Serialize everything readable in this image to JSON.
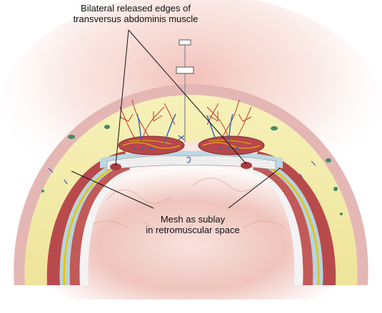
{
  "labels": {
    "top": {
      "line1": "Bilateral released edges of",
      "line2": "transversus abdominis muscle"
    },
    "bottom": {
      "line1": "Mesh as sublay",
      "line2": "in retromuscular space"
    }
  },
  "colors": {
    "fat": "#f3eeae",
    "skin": "#d8a7a7",
    "muscle": "#b8474a",
    "mesh": "#f2f2f2",
    "nerve": "#e7c300",
    "fascia": "#b7d4dc",
    "vessel": "#c23a2e",
    "vein": "#3a67b8"
  }
}
